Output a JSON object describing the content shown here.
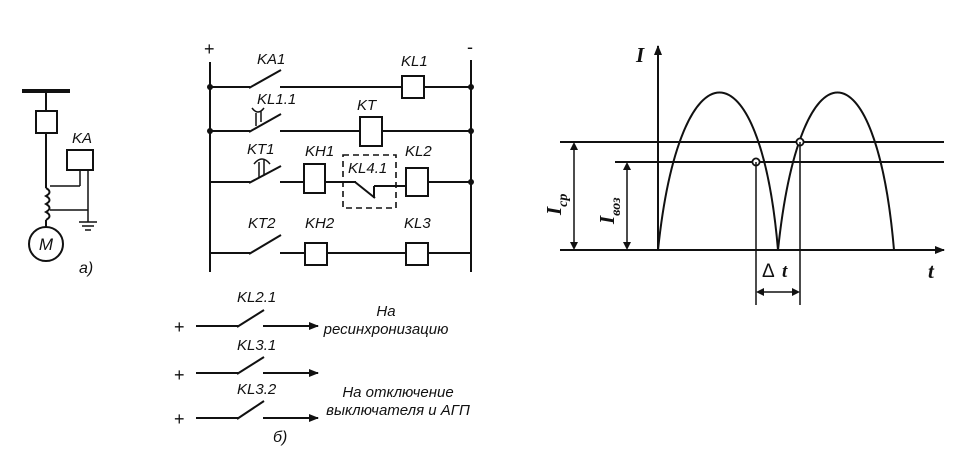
{
  "schematic_a": {
    "relay_label": "KA",
    "motor_label": "M",
    "caption": "а)"
  },
  "schematic_b": {
    "plus": "+",
    "minus": "-",
    "labels": {
      "ka1": "KA1",
      "kl1": "KL1",
      "kl1_1": "KL1.1",
      "kt": "KT",
      "kt1": "KT1",
      "kh1": "KH1",
      "kl4_1": "KL4.1",
      "kl2": "KL2",
      "kt2": "KT2",
      "kh2": "KH2",
      "kl3": "KL3",
      "kl2_1": "KL2.1",
      "kl3_1": "KL3.1",
      "kl3_2": "KL3.2"
    },
    "output_1": [
      "На",
      "ресинхронизацию"
    ],
    "output_2": [
      "На отключение",
      "выключателя и АГП"
    ],
    "caption": "б)"
  },
  "graph": {
    "y_axis_label": "I",
    "x_axis_label": "t",
    "icp_main": "I",
    "icp_sub": "ср",
    "ivoz_main": "I",
    "ivoz_sub": "воз",
    "delta_t_symbol": "Δ",
    "delta_t_var": "t"
  }
}
